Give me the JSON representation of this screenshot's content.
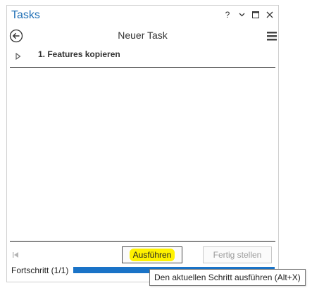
{
  "pane": {
    "title": "Tasks",
    "controls": {
      "help": "?",
      "options": "⌄",
      "maximize": "□",
      "close": "✕"
    }
  },
  "task": {
    "name": "Neuer Task",
    "back_icon": "back-arrow-circle-icon",
    "menu_icon": "hamburger-menu-icon"
  },
  "steps": [
    {
      "label": "1.  Features kopieren",
      "expanded": false
    }
  ],
  "footer": {
    "run_label": "Ausführen",
    "finish_label": "Fertig stellen",
    "finish_enabled": false,
    "progress_label": "Fortschritt (1/1)",
    "progress_fraction": 1.0
  },
  "tooltip": {
    "text": "Den aktuellen Schritt ausführen (Alt+X)"
  },
  "colors": {
    "title": "#1f6fb5",
    "progress_fill": "#1a73c7",
    "highlight": "#fff200"
  }
}
